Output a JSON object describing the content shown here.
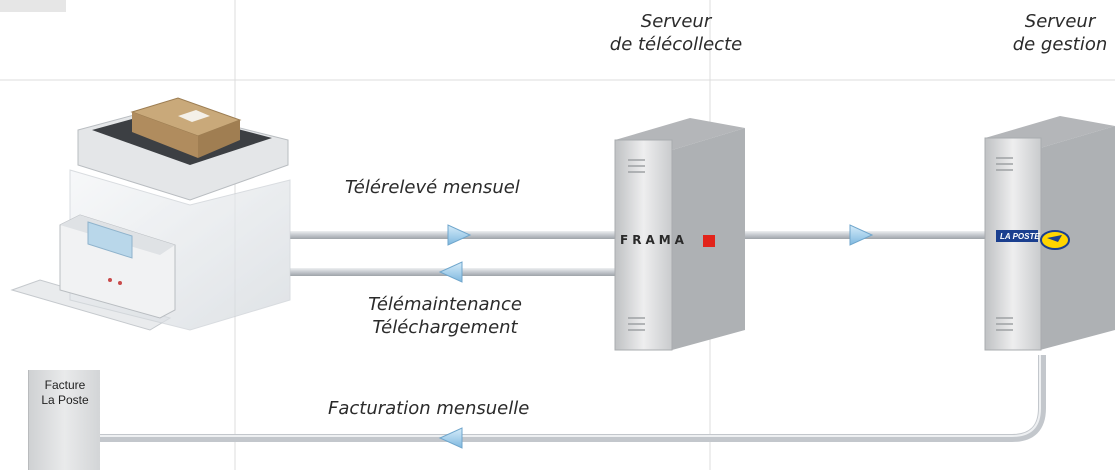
{
  "labels": {
    "server_telecollecte": [
      "Serveur",
      "de télécollecte"
    ],
    "server_gestion": [
      "Serveur",
      "de gestion"
    ],
    "telereleve": "Télérelevé mensuel",
    "telemaintenance": [
      "Télémaintenance",
      "Téléchargement"
    ],
    "facturation": "Facturation mensuelle"
  },
  "document": {
    "line1": "Facture",
    "line2": "La Poste"
  },
  "logos": {
    "frama": "FRAMA",
    "laposte": "LA POSTE"
  },
  "colors": {
    "pipe": "#b7bcc2",
    "arrow": "#a9d3ef",
    "server_body": "#d9dadb",
    "frama_red": "#e2231a",
    "laposte_yellow": "#ffd500",
    "laposte_blue": "#1b3f8f",
    "grid": "#d9d9d9"
  }
}
